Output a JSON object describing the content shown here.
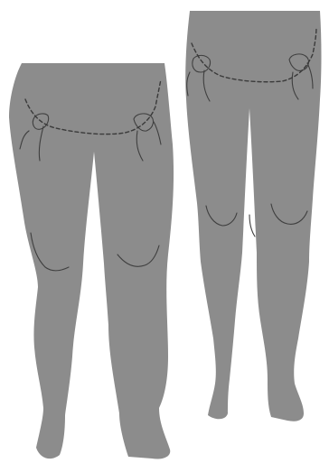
{
  "colors": {
    "background": "#ffffff",
    "body": "#8c8c8c",
    "outline": "#3f3f3f"
  },
  "figures": [
    {
      "id": "left-figure",
      "icon": "legs-bowed-knees-apart"
    },
    {
      "id": "right-figure",
      "icon": "legs-straight-knees-together"
    }
  ]
}
